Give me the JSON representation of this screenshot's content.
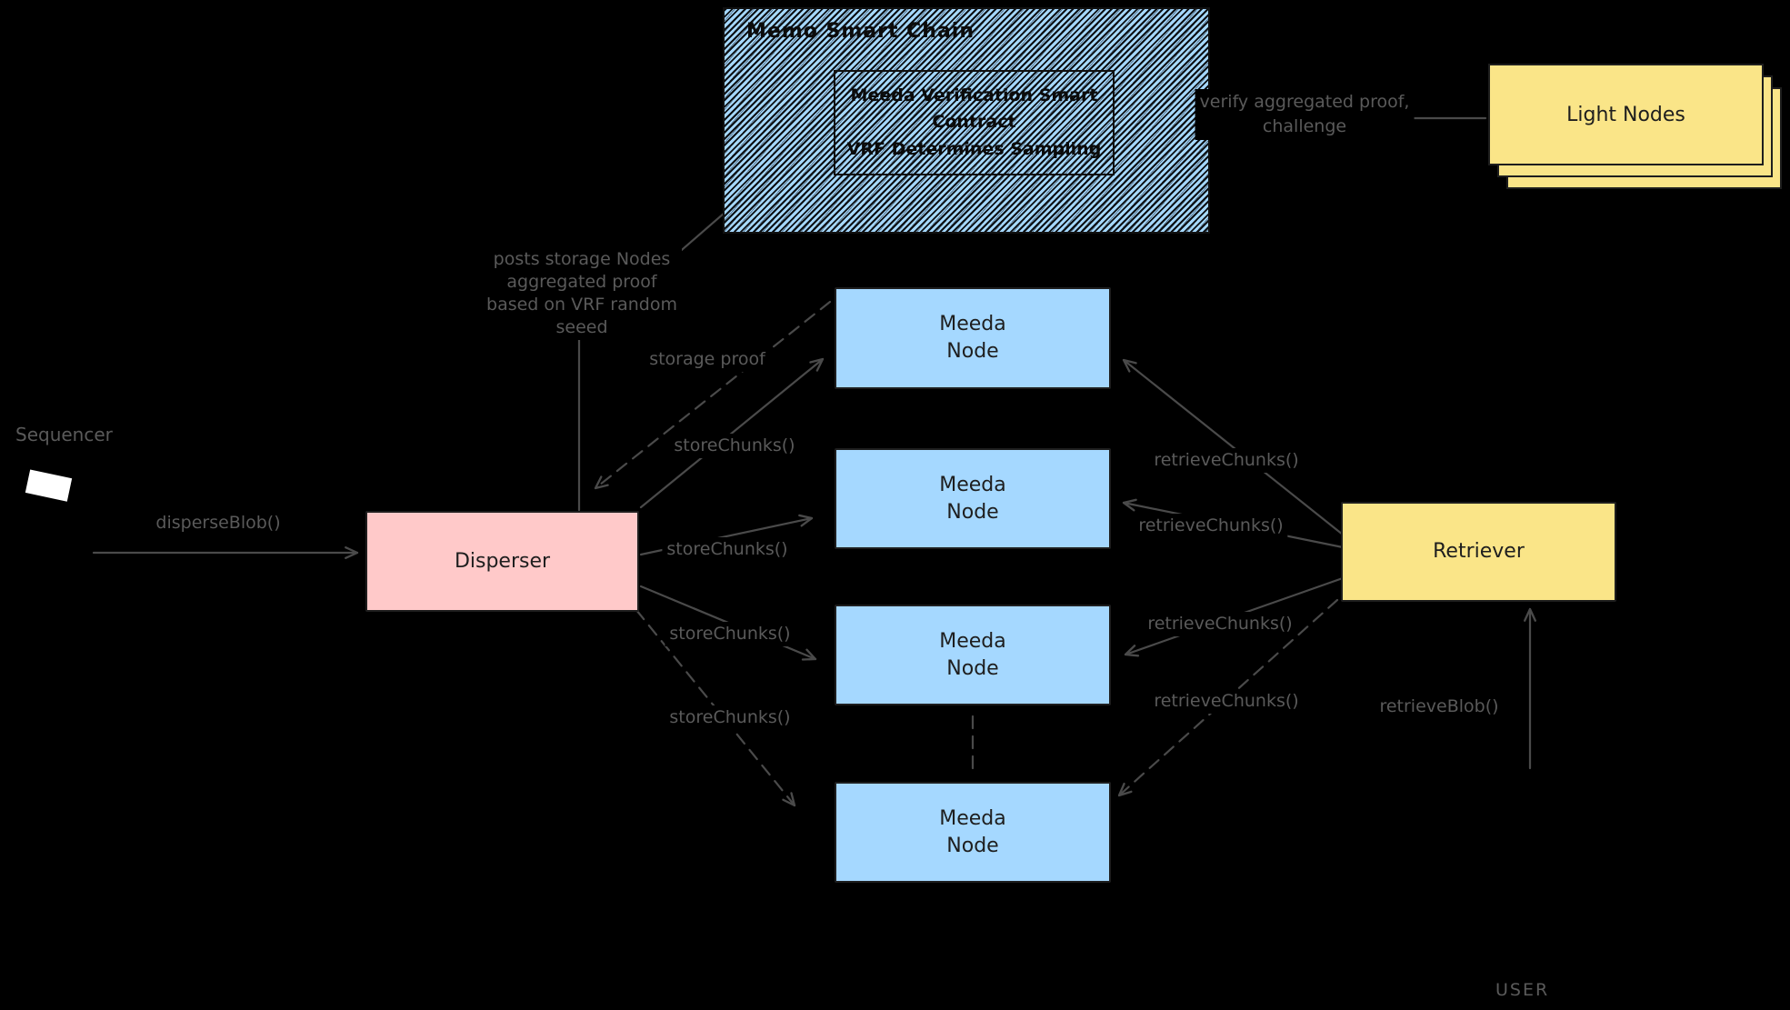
{
  "diagram": {
    "background": "#000000",
    "colors": {
      "node_blue": "#A5D8FF",
      "disperser_pink": "#FFC9C9",
      "yellow": "#FAE588",
      "stroke_dark": "#1e1e1e",
      "label_gray": "#5a5a5a",
      "arrow_gray": "#4a4a4a"
    },
    "chain": {
      "title": "Memo Smart Chain",
      "contract_line1": "Meeda Verification Smart",
      "contract_line2": "Contract",
      "contract_line3": "VRF Determines Sampling"
    },
    "nodes": {
      "light_nodes": "Light Nodes",
      "disperser": "Disperser",
      "retriever": "Retriever",
      "meeda_line1": "Meeda",
      "meeda_line2": "Node"
    },
    "actors": {
      "sequencer": "Sequencer",
      "user": "USER"
    },
    "labels": {
      "disperse_blob": "disperseBlob()",
      "store_chunks": "storeChunks()",
      "retrieve_chunks": "retrieveChunks()",
      "storage_proof": "storage proof",
      "retrieve_blob": "retrieveBlob()",
      "verify_line1": "verify aggregated proof,",
      "verify_line2": "challenge",
      "posts_line1": "posts storage Nodes",
      "posts_line2": "aggregated proof",
      "posts_line3": "based on VRF random",
      "posts_line4": "seeed"
    }
  }
}
